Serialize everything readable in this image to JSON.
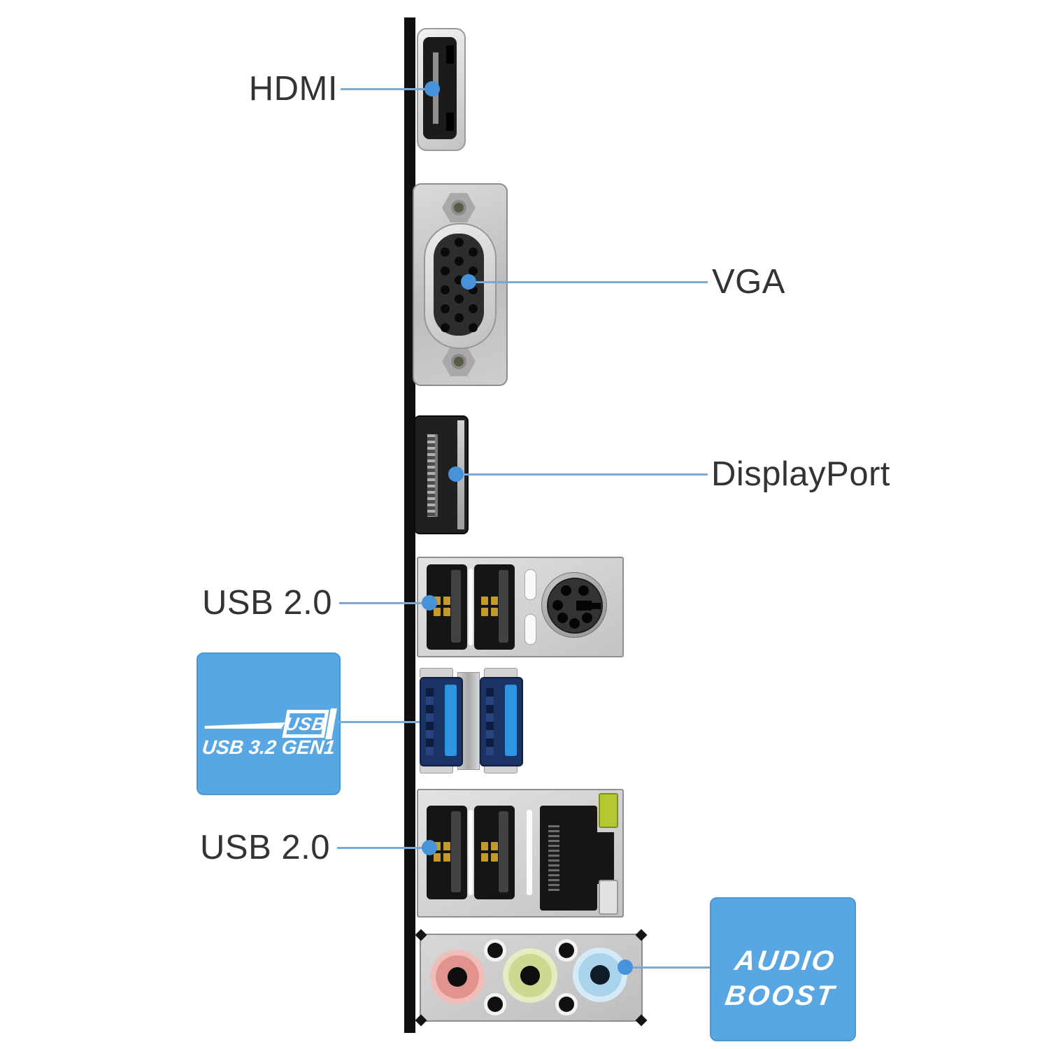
{
  "diagram": {
    "background": "#ffffff",
    "labels": {
      "hdmi": "HDMI",
      "vga": "VGA",
      "displayport": "DisplayPort",
      "usb2_top": "USB 2.0",
      "usb2_bottom": "USB 2.0"
    },
    "badges": {
      "usb32": {
        "logo": "USB",
        "caption": "USB 3.2 GEN1",
        "bg": "#58a7e2"
      },
      "audio_boost": {
        "line1": "AUDIO",
        "line2": "BOOST",
        "bg": "#58a7e2"
      }
    },
    "colors": {
      "leader_line": "#7aa9d6",
      "leader_dot": "#4793da",
      "label_text": "#333333",
      "usb3_tongue": "#2e95e2",
      "jack_mic_pink": "#e2938d",
      "jack_line_out_green": "#cbd991",
      "jack_line_in_blue": "#a9d4ec",
      "lan_led_green": "#b5c832"
    }
  }
}
